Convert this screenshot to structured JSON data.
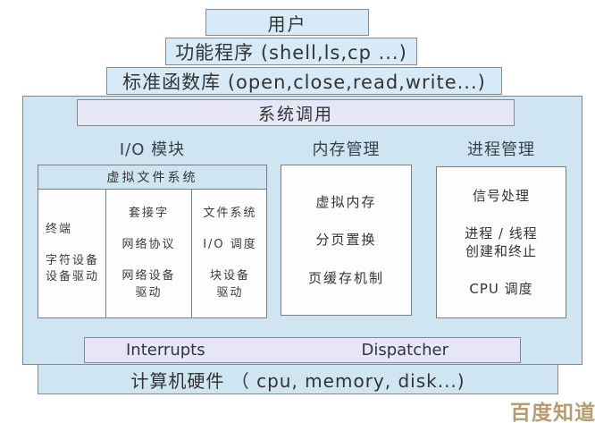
{
  "layers": {
    "user": "用户",
    "apps": "功能程序 (shell,ls,cp ...)",
    "libc": "标准函数库 (open,close,read,write...)",
    "syscall": "系统调用",
    "hardware": "计算机硬件 （ cpu, memory, disk...)"
  },
  "io_module": {
    "header": "I/O 模块",
    "vfs_title": "虚拟文件系统",
    "columns": [
      {
        "items": [
          {
            "lines": [
              "终端"
            ]
          },
          {
            "lines": [
              "字符设备",
              "设备驱动"
            ]
          }
        ]
      },
      {
        "items": [
          {
            "lines": [
              "套接字"
            ]
          },
          {
            "lines": [
              "网络协议"
            ]
          },
          {
            "lines": [
              "网络设备",
              "驱动"
            ]
          }
        ]
      },
      {
        "items": [
          {
            "lines": [
              "文件系统"
            ]
          },
          {
            "lines": [
              "I/O 调度"
            ]
          },
          {
            "lines": [
              "块设备",
              "驱动"
            ]
          }
        ]
      }
    ]
  },
  "memory_mgmt": {
    "header": "内存管理",
    "items": [
      "虚拟内存",
      "分页置换",
      "页缓存机制"
    ]
  },
  "process_mgmt": {
    "header": "进程管理",
    "items": [
      {
        "lines": [
          "信号处理"
        ]
      },
      {
        "lines": [
          "进程 / 线程",
          "创建和终止"
        ]
      },
      {
        "lines": [
          "CPU 调度"
        ]
      }
    ]
  },
  "bottom_bar": {
    "interrupts": "Interrupts",
    "dispatcher": "Dispatcher"
  },
  "watermark": "百度知道",
  "colors": {
    "light_blue": "#d6ebf7",
    "container_blue": "#cfe6f2",
    "lavender": "#e7e6f7",
    "border_gray": "#777f85",
    "text_dark": "#333333",
    "watermark_tan": "#b79c6f"
  }
}
